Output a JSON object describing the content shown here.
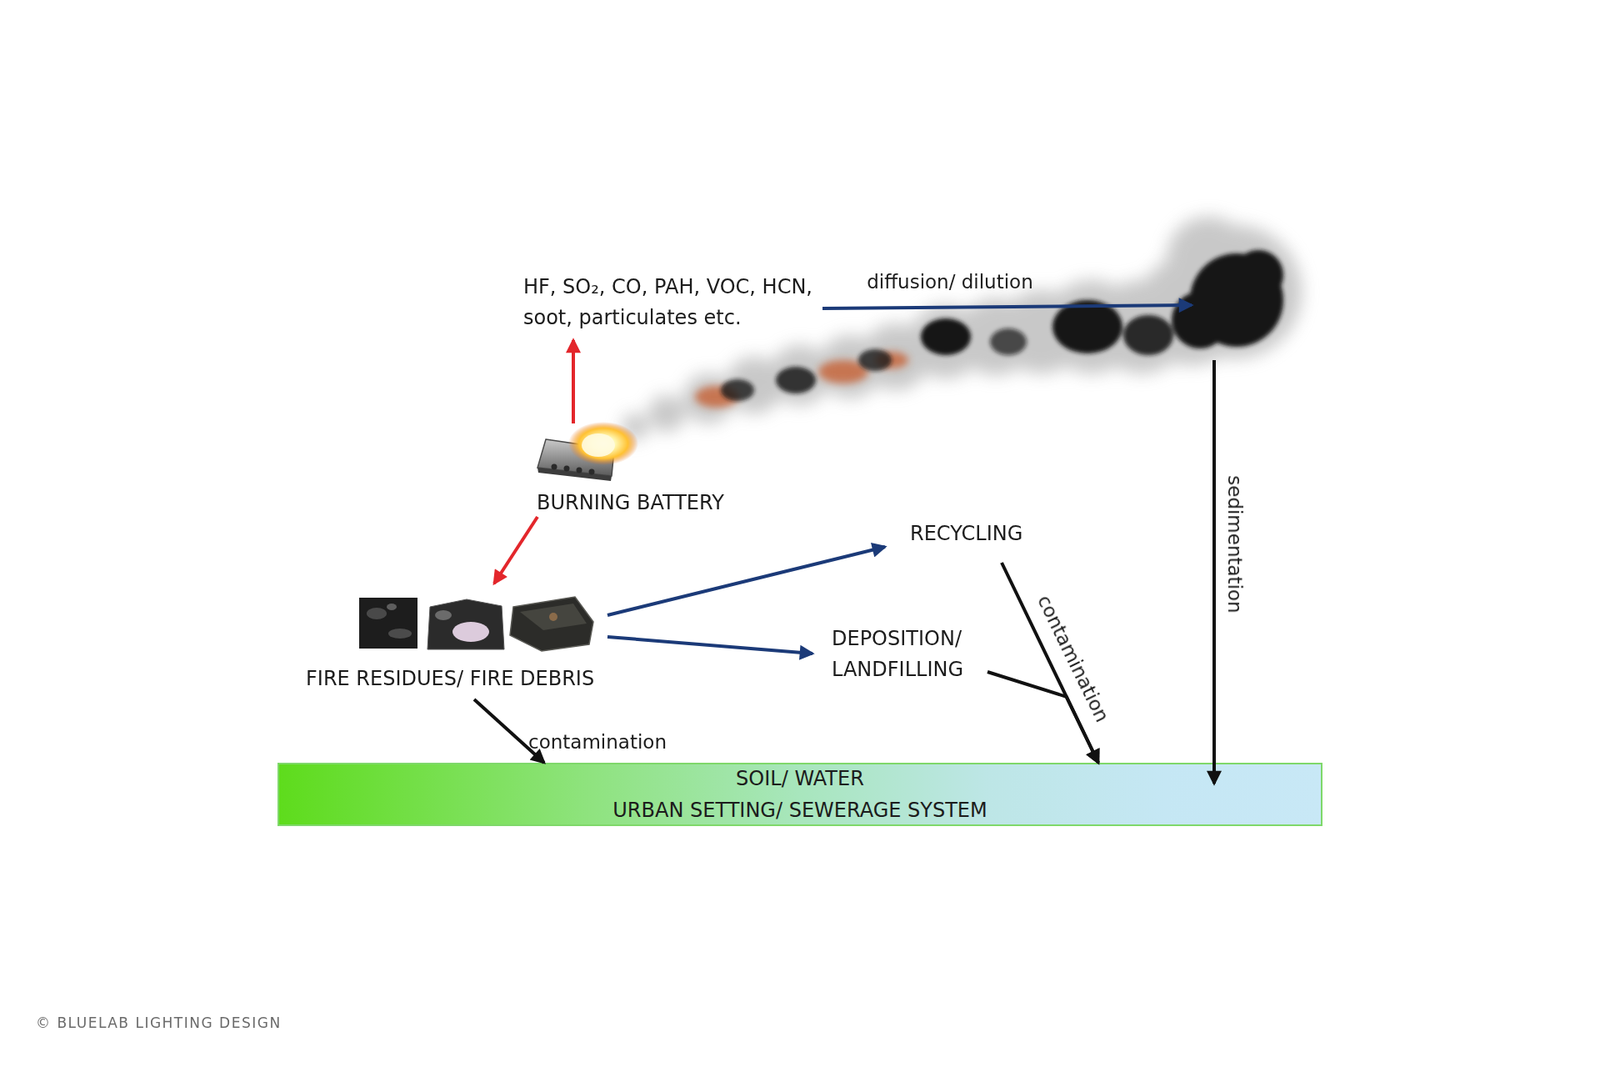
{
  "diagram": {
    "nodes": [
      {
        "text": [
          "HF, SO₂, CO, PAH, VOC, HCN, soot, particulates etc."
        ]
      },
      {
        "text": [
          "BURNING BATTERY"
        ]
      },
      {
        "text": [
          "FIRE RESIDUES/ FIRE DEBRIS"
        ]
      },
      {
        "text": [
          "RECYCLING"
        ]
      },
      {
        "text": [
          "DEPOSITION/ LANDFILLING"
        ]
      },
      {
        "text": [
          "SOIL/ WATER",
          "URBAN SETTING/ SEWERAGE SYSTEM"
        ]
      }
    ],
    "edges": [
      {
        "from": 1,
        "to": 0,
        "arrow": "to"
      },
      {
        "from": 1,
        "to": 2,
        "arrow": "to"
      },
      {
        "from": 2,
        "to": 3,
        "arrow": "to"
      },
      {
        "from": 2,
        "to": 4,
        "arrow": "to"
      },
      {
        "from": 2,
        "to": 5,
        "label": "contamination",
        "arrow": "to"
      },
      {
        "from": 3,
        "to": 5,
        "label": "contamination",
        "arrow": "to"
      },
      {
        "from": 4,
        "to": 5,
        "arrow": "to"
      }
    ],
    "labels": [
      "diffusion/ dilution",
      "sedimentation",
      "© BLUELAB LIGHTING DESIGN"
    ]
  }
}
